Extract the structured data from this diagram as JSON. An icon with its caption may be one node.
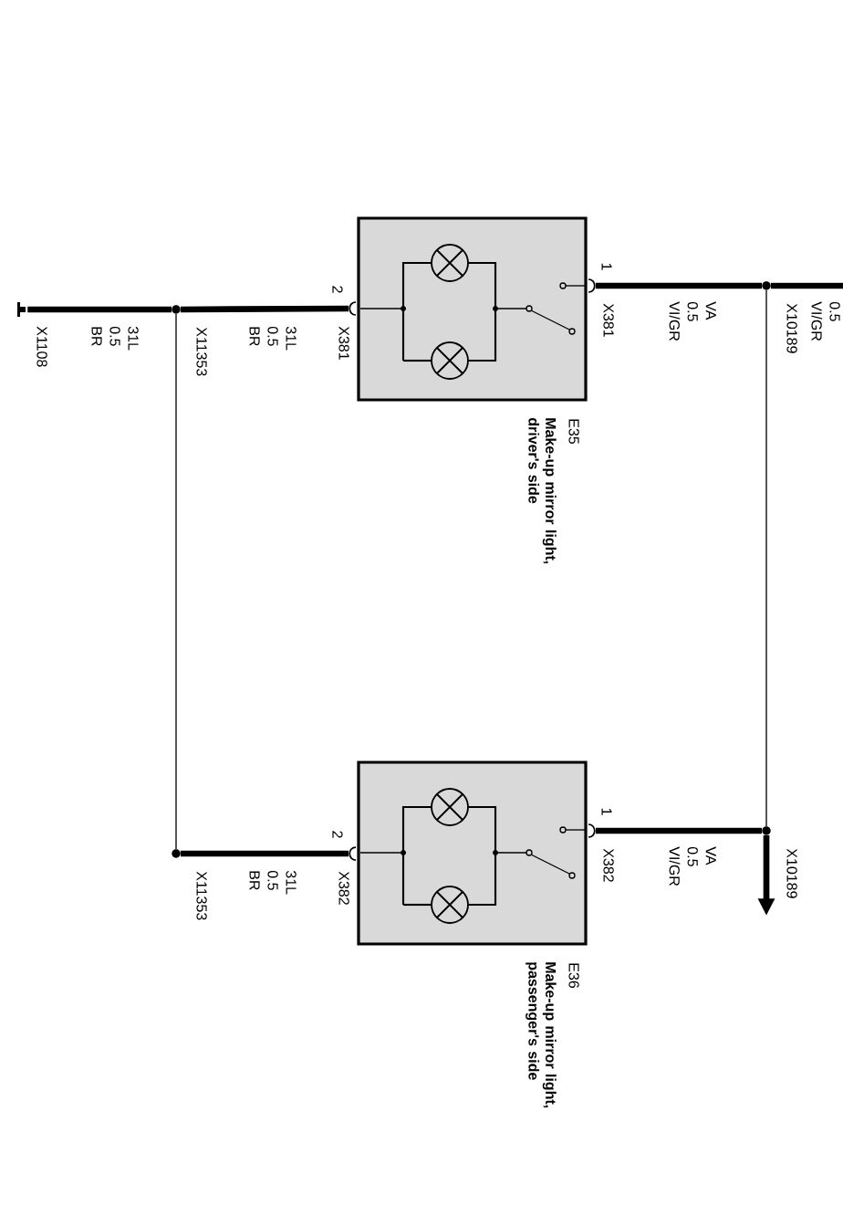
{
  "diagram": {
    "nodes": [
      {
        "text": [
          "E35",
          "Make-up mirror light, driver's side"
        ]
      },
      {
        "text": [
          "E36",
          "Make-up mirror light, passenger's side"
        ]
      },
      {
        "text": [],
        "shape": "connector",
        "beside": [
          "1",
          "X381"
        ]
      },
      {
        "text": [],
        "shape": "connector",
        "beside": [
          "2",
          "X381"
        ]
      },
      {
        "text": [],
        "shape": "connector",
        "beside": [
          "1",
          "X382"
        ]
      },
      {
        "text": [],
        "shape": "connector",
        "beside": [
          "2",
          "X382"
        ]
      },
      {
        "text": [],
        "shape": "circle",
        "beside": [
          "X10189"
        ]
      },
      {
        "text": [],
        "shape": "circle",
        "beside": [
          "X10189"
        ]
      },
      {
        "text": [],
        "shape": "circle",
        "beside": [
          "X11353"
        ]
      },
      {
        "text": [],
        "shape": "circle",
        "beside": [
          "X11353"
        ]
      },
      {
        "text": [],
        "shape": "ground",
        "beside": [
          "X1108"
        ]
      }
    ],
    "edges": [
      {
        "from": 2,
        "to": 6,
        "arrow": "none",
        "label": "VA 0.5 VI/GR"
      },
      {
        "from": 6,
        "to": null,
        "arrow": "none",
        "label": "0.5 VI/GR"
      },
      {
        "from": 6,
        "to": 7,
        "arrow": "none"
      },
      {
        "from": 4,
        "to": 7,
        "arrow": "none",
        "label": "VA 0.5 VI/GR"
      },
      {
        "from": 7,
        "to": null,
        "arrow": "to"
      },
      {
        "from": 3,
        "to": 8,
        "arrow": "none",
        "label": "31L 0.5 BR"
      },
      {
        "from": 8,
        "to": 10,
        "arrow": "none",
        "label": "31L 0.5 BR"
      },
      {
        "from": 8,
        "to": 9,
        "arrow": "none"
      },
      {
        "from": 5,
        "to": 9,
        "arrow": "none",
        "label": "31L 0.5 BR"
      }
    ]
  }
}
